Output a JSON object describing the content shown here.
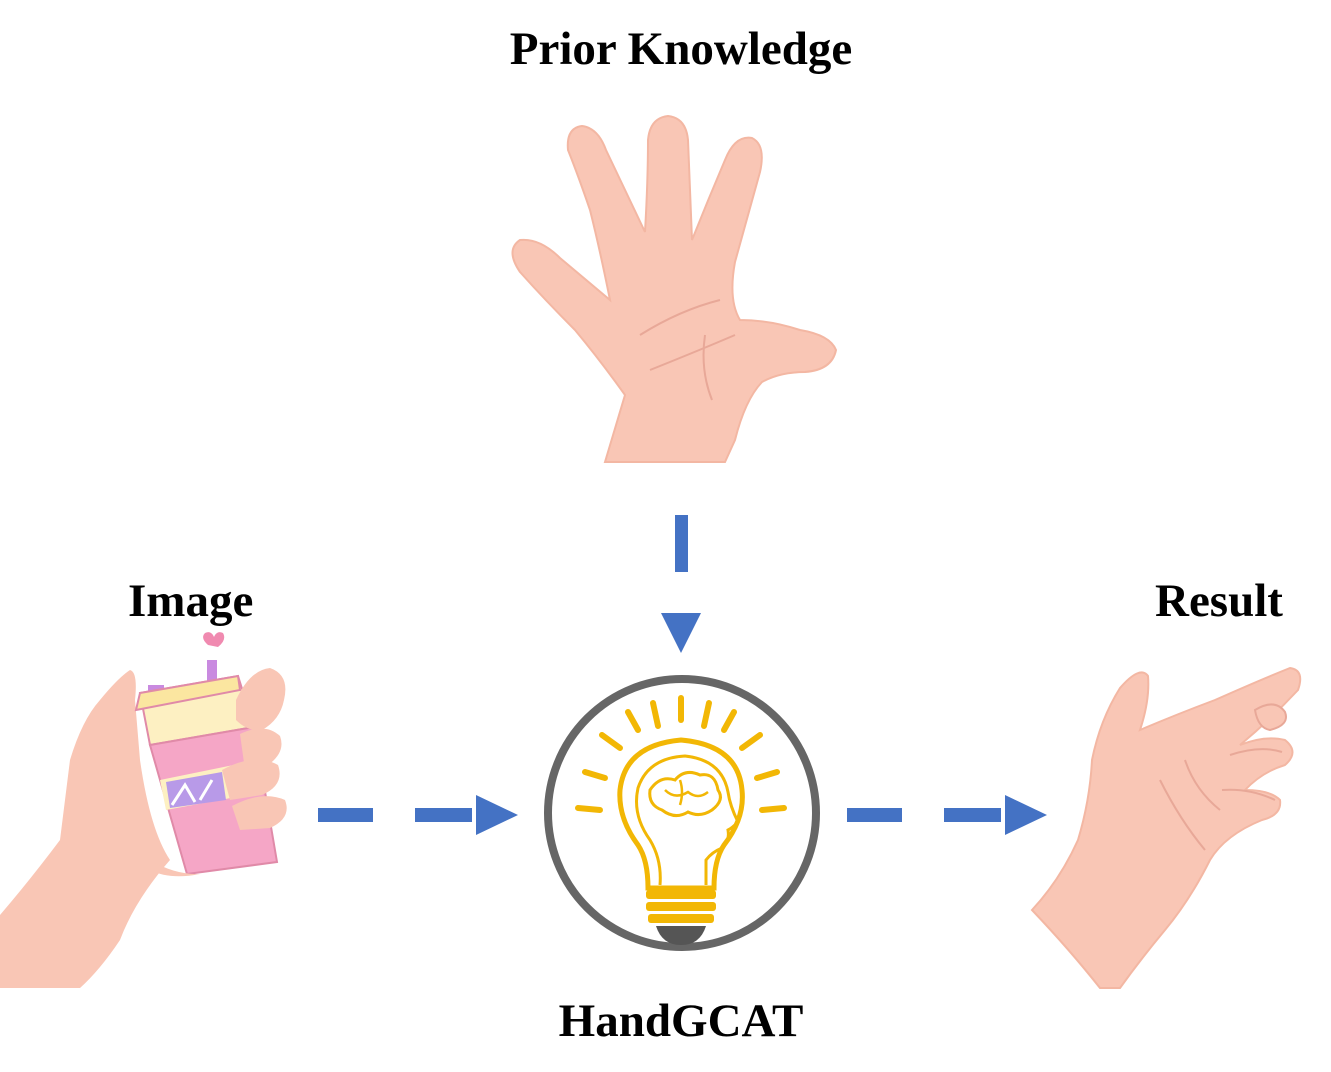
{
  "labels": {
    "prior_knowledge": "Prior Knowledge",
    "image": "Image",
    "result": "Result",
    "method": "HandGCAT"
  },
  "colors": {
    "arrow": "#4472c4",
    "skin": "#f9c6b5",
    "skin_line": "#e8a898",
    "bulb": "#f2b705",
    "circle": "#666666",
    "cup_pink": "#f5a6c6",
    "cup_cream": "#fdf0c2"
  },
  "icons": {
    "prior": "open-hand-icon",
    "input": "hand-holding-cup-icon",
    "model": "lightbulb-brain-icon",
    "output": "reconstructed-hand-icon"
  }
}
